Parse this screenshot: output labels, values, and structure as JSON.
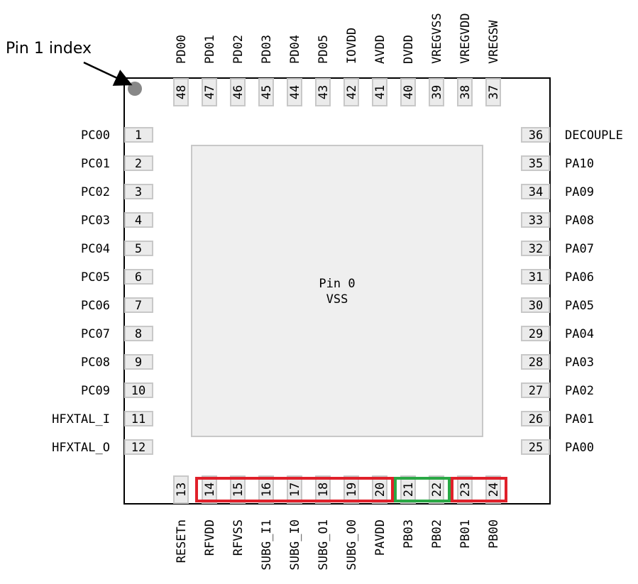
{
  "pin1_index_label": "Pin 1 index",
  "center_pad": {
    "line1": "Pin 0",
    "line2": "VSS"
  },
  "left_pins": [
    {
      "num": "1",
      "name": "PC00"
    },
    {
      "num": "2",
      "name": "PC01"
    },
    {
      "num": "3",
      "name": "PC02"
    },
    {
      "num": "4",
      "name": "PC03"
    },
    {
      "num": "5",
      "name": "PC04"
    },
    {
      "num": "6",
      "name": "PC05"
    },
    {
      "num": "7",
      "name": "PC06"
    },
    {
      "num": "8",
      "name": "PC07"
    },
    {
      "num": "9",
      "name": "PC08"
    },
    {
      "num": "10",
      "name": "PC09"
    },
    {
      "num": "11",
      "name": "HFXTAL_I"
    },
    {
      "num": "12",
      "name": "HFXTAL_O"
    }
  ],
  "bottom_pins": [
    {
      "num": "13",
      "name": "RESETn"
    },
    {
      "num": "14",
      "name": "RFVDD"
    },
    {
      "num": "15",
      "name": "RFVSS"
    },
    {
      "num": "16",
      "name": "SUBG_I1"
    },
    {
      "num": "17",
      "name": "SUBG_I0"
    },
    {
      "num": "18",
      "name": "SUBG_O1"
    },
    {
      "num": "19",
      "name": "SUBG_O0"
    },
    {
      "num": "20",
      "name": "PAVDD"
    },
    {
      "num": "21",
      "name": "PB03"
    },
    {
      "num": "22",
      "name": "PB02"
    },
    {
      "num": "23",
      "name": "PB01"
    },
    {
      "num": "24",
      "name": "PB00"
    }
  ],
  "right_pins": [
    {
      "num": "25",
      "name": "PA00"
    },
    {
      "num": "26",
      "name": "PA01"
    },
    {
      "num": "27",
      "name": "PA02"
    },
    {
      "num": "28",
      "name": "PA03"
    },
    {
      "num": "29",
      "name": "PA04"
    },
    {
      "num": "30",
      "name": "PA05"
    },
    {
      "num": "31",
      "name": "PA06"
    },
    {
      "num": "32",
      "name": "PA07"
    },
    {
      "num": "33",
      "name": "PA08"
    },
    {
      "num": "34",
      "name": "PA09"
    },
    {
      "num": "35",
      "name": "PA10"
    },
    {
      "num": "36",
      "name": "DECOUPLE"
    }
  ],
  "top_pins": [
    {
      "num": "37",
      "name": "VREGSW"
    },
    {
      "num": "38",
      "name": "VREGVDD"
    },
    {
      "num": "39",
      "name": "VREGVSS"
    },
    {
      "num": "40",
      "name": "DVDD"
    },
    {
      "num": "41",
      "name": "AVDD"
    },
    {
      "num": "42",
      "name": "IOVDD"
    },
    {
      "num": "43",
      "name": "PD05"
    },
    {
      "num": "44",
      "name": "PD04"
    },
    {
      "num": "45",
      "name": "PD03"
    },
    {
      "num": "46",
      "name": "PD02"
    },
    {
      "num": "47",
      "name": "PD01"
    },
    {
      "num": "48",
      "name": "PD00"
    }
  ],
  "highlight_groups": [
    {
      "pins": [
        "14",
        "20"
      ],
      "color": "#e0202a"
    },
    {
      "pins": [
        "21",
        "22"
      ],
      "color": "#2aa845"
    },
    {
      "pins": [
        "23",
        "24"
      ],
      "color": "#e0202a"
    }
  ],
  "colors": {
    "outline": "#000000",
    "pad_fill": "#ebebeb",
    "pad_stroke": "#c8c8c8",
    "pin1_dot": "#888888"
  }
}
